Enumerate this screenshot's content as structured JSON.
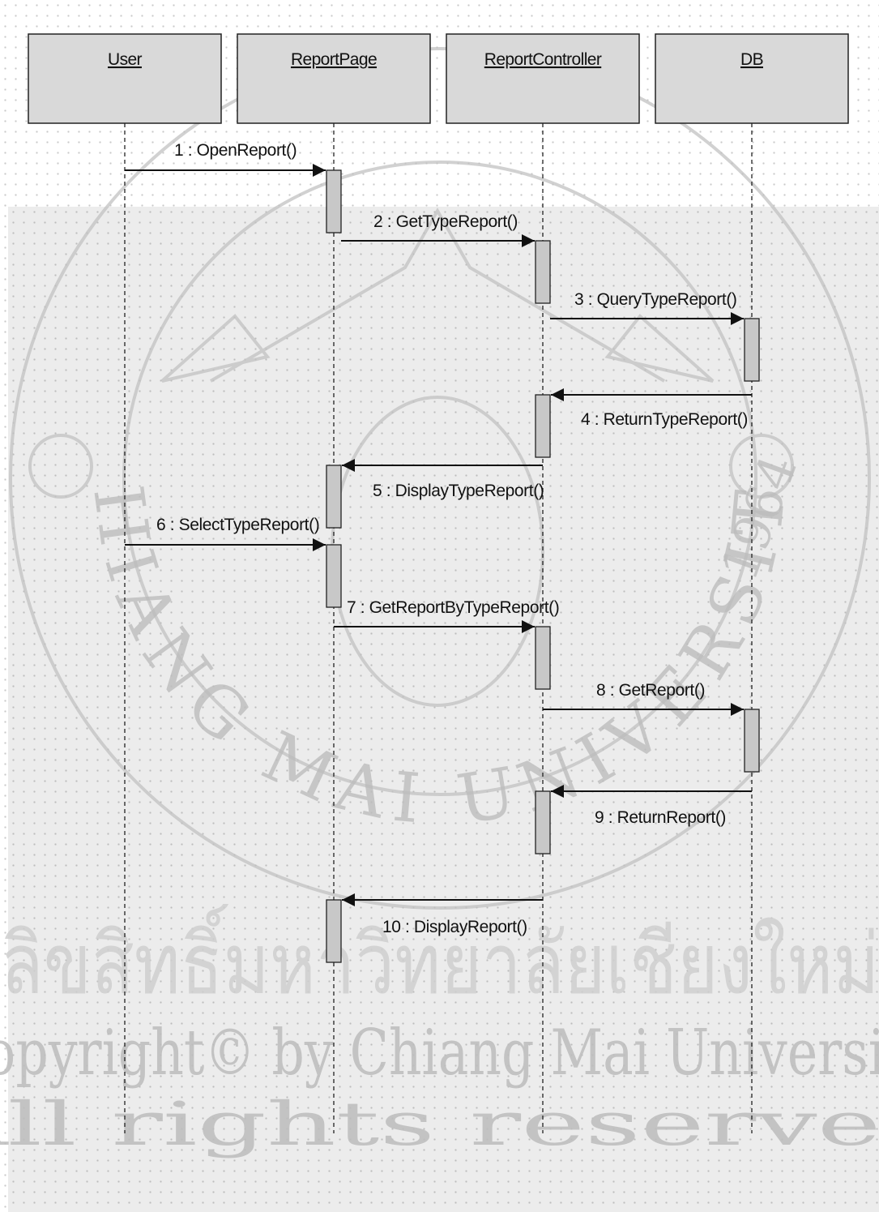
{
  "lifelines": [
    {
      "id": "user",
      "label": "User"
    },
    {
      "id": "report-page",
      "label": "ReportPage"
    },
    {
      "id": "report-controller",
      "label": "ReportController"
    },
    {
      "id": "db",
      "label": "DB"
    }
  ],
  "messages": [
    {
      "label": "1 : OpenReport()",
      "from": 0,
      "to": 1,
      "kind": "call"
    },
    {
      "label": "2 : GetTypeReport()",
      "from": 1,
      "to": 2,
      "kind": "call"
    },
    {
      "label": "3 : QueryTypeReport()",
      "from": 2,
      "to": 3,
      "kind": "call"
    },
    {
      "label": "4 : ReturnTypeReport()",
      "from": 3,
      "to": 2,
      "kind": "return"
    },
    {
      "label": "5 : DisplayTypeReport()",
      "from": 2,
      "to": 1,
      "kind": "return"
    },
    {
      "label": "6 : SelectTypeReport()",
      "from": 0,
      "to": 1,
      "kind": "call"
    },
    {
      "label": "7 : GetReportByTypeReport()",
      "from": 1,
      "to": 2,
      "kind": "call"
    },
    {
      "label": "8 : GetReport()",
      "from": 2,
      "to": 3,
      "kind": "call"
    },
    {
      "label": "9 : ReturnReport()",
      "from": 3,
      "to": 2,
      "kind": "return"
    },
    {
      "label": "10 : DisplayReport()",
      "from": 2,
      "to": 1,
      "kind": "return"
    }
  ],
  "watermark": {
    "university_arc": "CHIANG MAI UNIVERSITY",
    "year": "1964",
    "thai_line": "ลิขสิทธิ์มหาวิทยาลัยเชียงใหม่",
    "copyright_line": "Copyright© by Chiang Mai University",
    "rights_line": "All rights reserved"
  },
  "colors": {
    "lifeline_box": "#d9d9d9",
    "activation_bar": "#c8c8c8",
    "line": "#111111"
  }
}
